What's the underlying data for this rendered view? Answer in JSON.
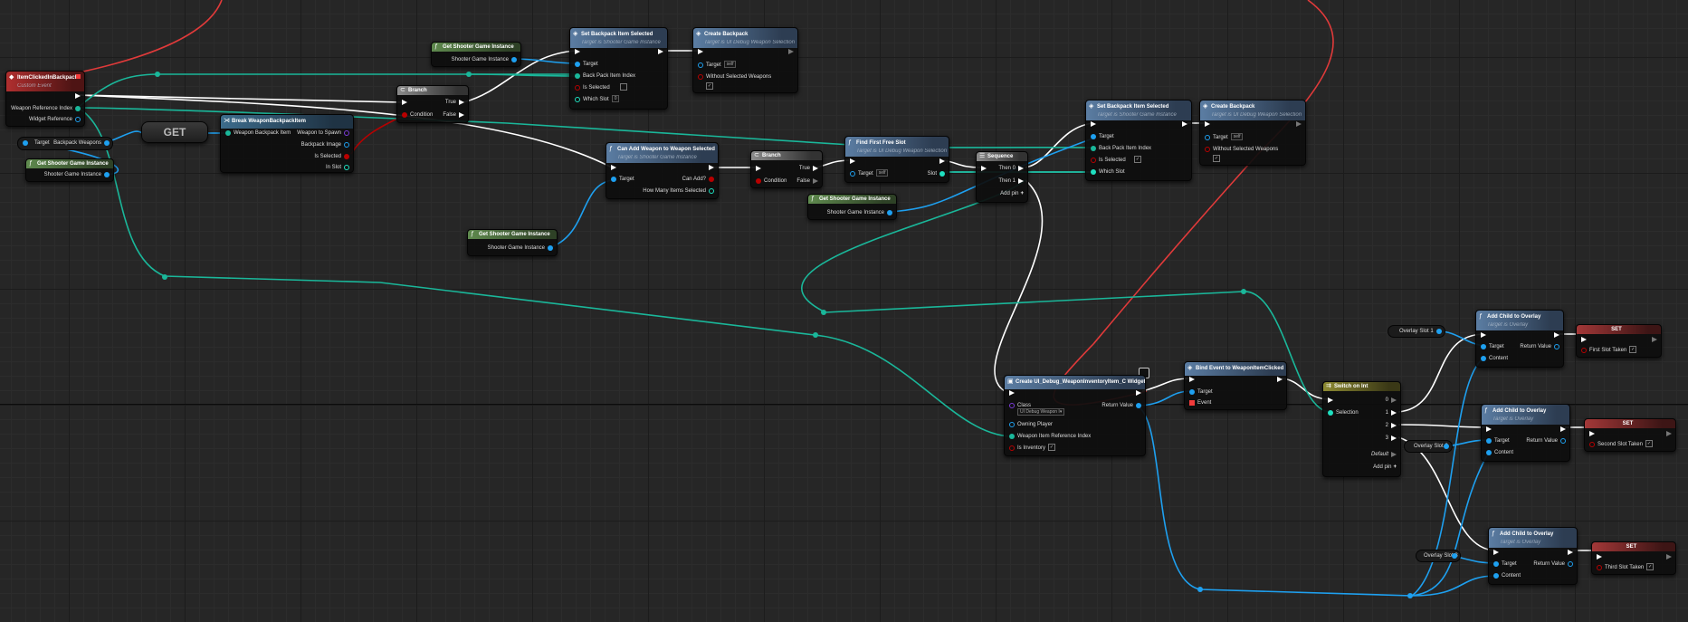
{
  "graph": {
    "colors": {
      "exec": "#ffffff",
      "object": "#1ea0f0",
      "struct": "#1ab79a",
      "bool": "#b80000",
      "integer": "#1fe0c0",
      "delegate": "#f23b3b",
      "background": "#262626"
    }
  },
  "nodes": {
    "item_clicked": {
      "title": "ItemClickedInBackpack",
      "subtitle": "Custom Event",
      "weapon_ref": "Weapon Reference Index",
      "widget_ref": "Widget Reference"
    },
    "get_sgi_1": {
      "title": "Get Shooter Game Instance",
      "out": "Shooter Game Instance"
    },
    "get_sgi_2": {
      "title": "Get Shooter Game Instance",
      "out": "Shooter Game Instance"
    },
    "get_sgi_3": {
      "title": "Get Shooter Game Instance",
      "out": "Shooter Game Instance"
    },
    "get_sgi_4": {
      "title": "Get Shooter Game Instance",
      "out": "Shooter Game Instance"
    },
    "get_array": {
      "label": "GET",
      "target": "Target",
      "array": "Backpack Weapons"
    },
    "break_item": {
      "title": "Break WeaponBackpackItem",
      "in": "Weapon Backpack Item",
      "o1": "Weapon to Spawn",
      "o2": "Backpack Image",
      "o3": "Is Selected",
      "o4": "In Slot"
    },
    "branch_1": {
      "title": "Branch",
      "cond": "Condition",
      "t": "True",
      "f": "False"
    },
    "branch_2": {
      "title": "Branch",
      "cond": "Condition",
      "t": "True",
      "f": "False"
    },
    "set_item_1": {
      "title": "Set Backpack Item Selected",
      "subtitle": "Target is Shooter Game Instance",
      "target": "Target",
      "index": "Back Pack Item Index",
      "selected": "Is Selected",
      "slot": "Which Slot",
      "slot_val": "0"
    },
    "create_backpack_1": {
      "title": "Create Backpack",
      "subtitle": "Target is UI Debug Weapon Selection",
      "target": "Target",
      "self": "self",
      "without": "Without Selected Weapons"
    },
    "can_add": {
      "title": "Can Add Weapon to Weapon Selected",
      "subtitle": "Target is Shooter Game Instance",
      "target": "Target",
      "can_add": "Can Add?",
      "how_many": "How Many Items Selected"
    },
    "find_slot": {
      "title": "Find First Free Slot",
      "subtitle": "Target is UI Debug Weapon Selection",
      "target": "Target",
      "self": "self",
      "slot": "Slot"
    },
    "sequence": {
      "title": "Sequence",
      "then0": "Then 0",
      "then1": "Then 1",
      "add": "Add pin"
    },
    "set_item_2": {
      "title": "Set Backpack Item Selected",
      "subtitle": "Target is Shooter Game Instance",
      "target": "Target",
      "index": "Back Pack Item Index",
      "selected": "Is Selected",
      "slot": "Which Slot"
    },
    "create_backpack_2": {
      "title": "Create Backpack",
      "subtitle": "Target is UI Debug Weapon Selection",
      "target": "Target",
      "self": "self",
      "without": "Without Selected Weapons"
    },
    "create_widget": {
      "title": "Create UI_Debug_WeaponInventoryItem_C Widget",
      "class": "Class",
      "class_val": "UI Debug Weapon I▾",
      "ret": "Return Value",
      "owner": "Owning Player",
      "ref": "Weapon Item Reference Index",
      "inv": "Is Inventory"
    },
    "bind_event": {
      "title": "Bind Event to WeaponItemClicked",
      "target": "Target",
      "event": "Event"
    },
    "switch_int": {
      "title": "Switch on Int",
      "sel": "Selection",
      "p0": "0",
      "p1": "1",
      "p2": "2",
      "p3": "3",
      "def": "Default",
      "add": "Add pin"
    },
    "add_child_1": {
      "title": "Add Child to Overlay",
      "subtitle": "Target is Overlay",
      "target": "Target",
      "content": "Content",
      "ret": "Return Value"
    },
    "add_child_2": {
      "title": "Add Child to Overlay",
      "subtitle": "Target is Overlay",
      "target": "Target",
      "content": "Content",
      "ret": "Return Value"
    },
    "add_child_3": {
      "title": "Add Child to Overlay",
      "subtitle": "Target is Overlay",
      "target": "Target",
      "content": "Content",
      "ret": "Return Value"
    },
    "set_1": {
      "title": "SET",
      "var": "First Slot Taken"
    },
    "set_2": {
      "title": "SET",
      "var": "Second Slot Taken"
    },
    "set_3": {
      "title": "SET",
      "var": "Third Slot Taken"
    },
    "overlay_1": {
      "label": "Overlay Slot 1"
    },
    "overlay_2": {
      "label": "Overlay Slot 2"
    },
    "overlay_3": {
      "label": "Overlay Slot 3"
    }
  }
}
